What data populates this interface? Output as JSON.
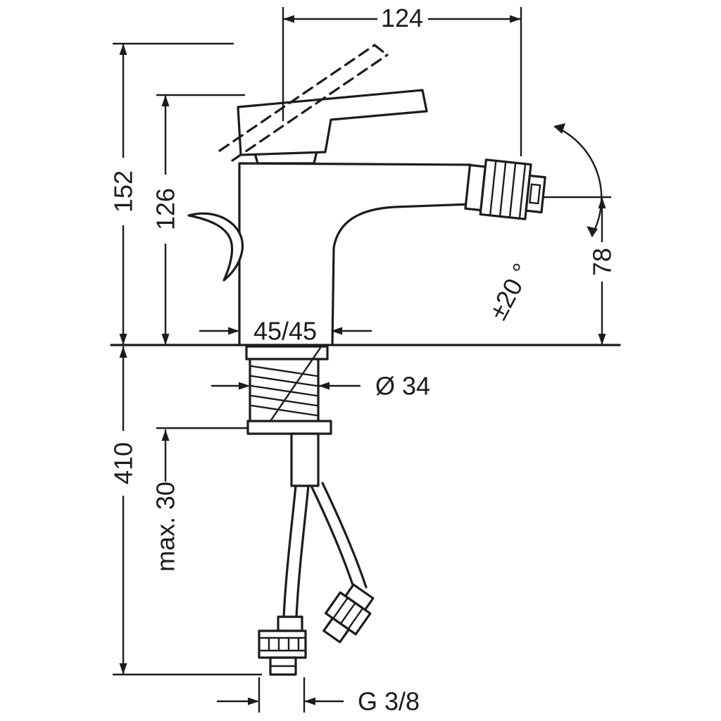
{
  "dimensions": {
    "spout_reach": "124",
    "total_height": "152",
    "body_height": "126",
    "outlet_height": "78",
    "swivel_angle": "±20 °",
    "base_width": "45/45",
    "hole_diameter": "Ø 34",
    "below_deck_length": "410",
    "max_mounting_thickness": "max. 30",
    "connection_thread": "G 3/8"
  }
}
